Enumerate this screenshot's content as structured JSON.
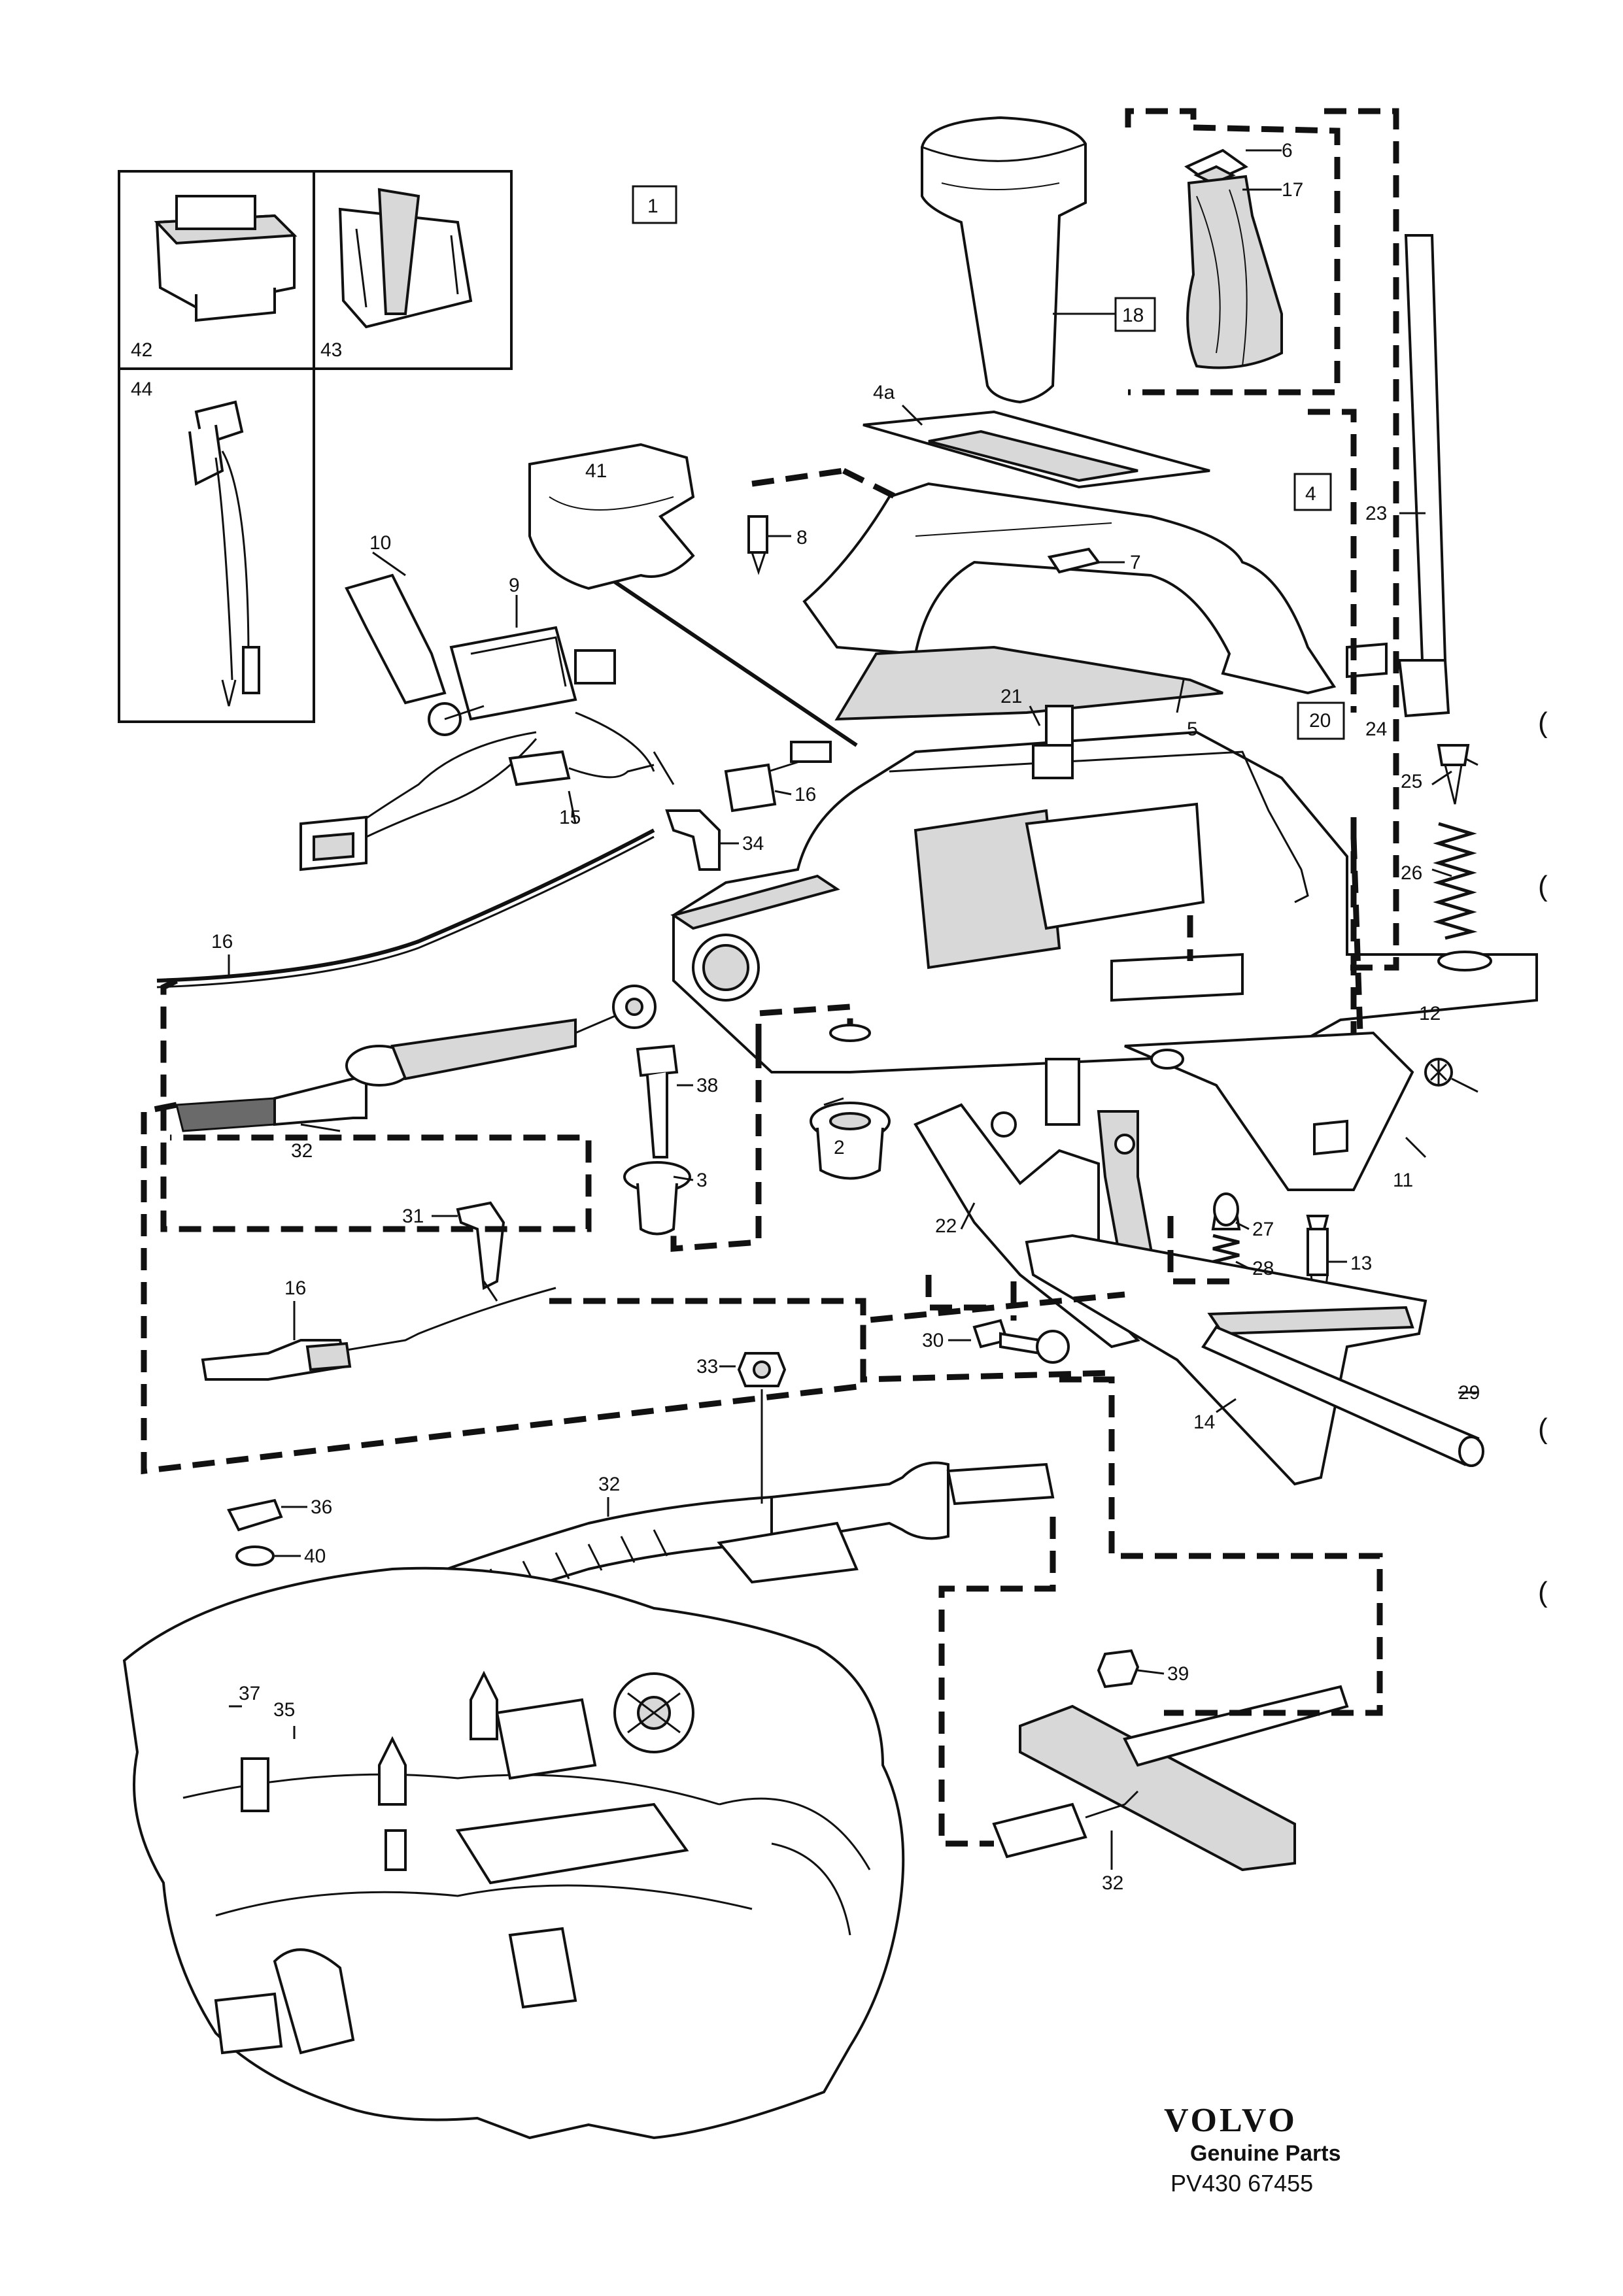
{
  "labels": {
    "l1": "1",
    "l2": "2",
    "l3": "3",
    "l4": "4",
    "l4a": "4a",
    "l5": "5",
    "l6": "6",
    "l7": "7",
    "l8": "8",
    "l9": "9",
    "l10": "10",
    "l11": "11",
    "l12": "12",
    "l13": "13",
    "l14": "14",
    "l15": "15",
    "l16a": "16",
    "l16b": "16",
    "l16c": "16",
    "l17": "17",
    "l18": "18",
    "l20": "20",
    "l21": "21",
    "l22": "22",
    "l23": "23",
    "l24": "24",
    "l25": "25",
    "l26": "26",
    "l27": "27",
    "l28": "28",
    "l29": "29",
    "l30": "30",
    "l31": "31",
    "l32a": "32",
    "l32b": "32",
    "l32c": "32",
    "l33": "33",
    "l34": "34",
    "l35": "35",
    "l36": "36",
    "l37": "37",
    "l38": "38",
    "l39": "39",
    "l40": "40",
    "l41": "41",
    "l42": "42",
    "l43": "43",
    "l44": "44"
  },
  "brand": {
    "logo": "VOLVO",
    "subtitle": "Genuine Parts",
    "code": "PV430 67455"
  },
  "margin_marks": [
    "(",
    "(",
    "(",
    "("
  ]
}
